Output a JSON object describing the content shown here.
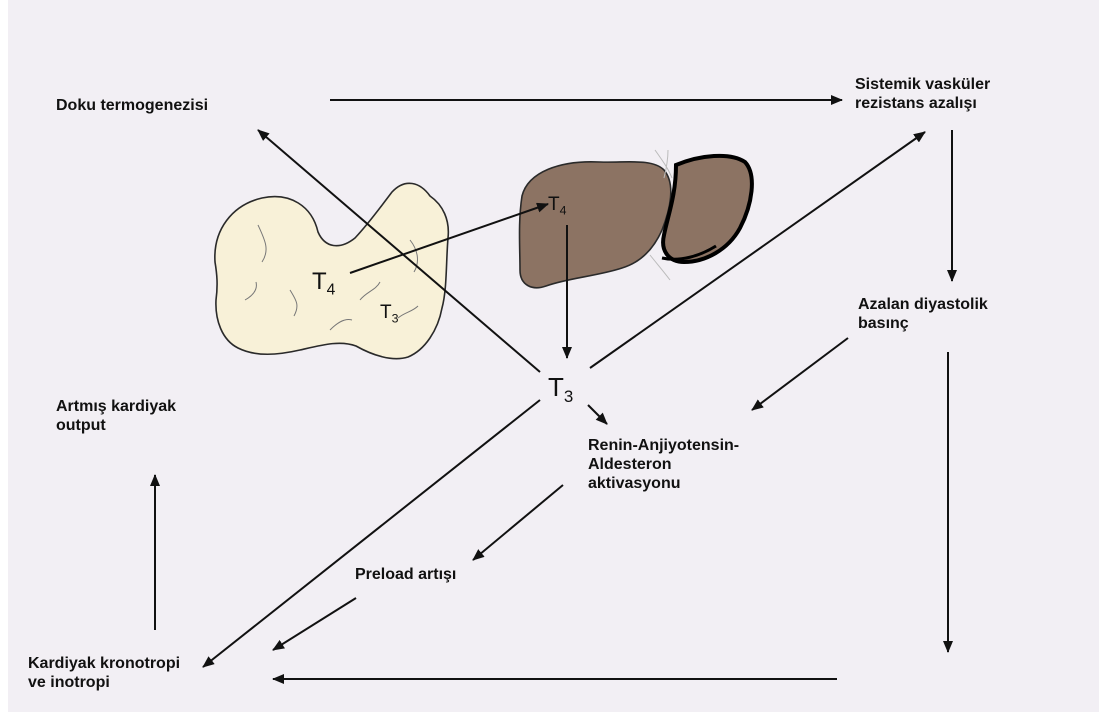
{
  "labels": {
    "doku_termogenezisi": "Doku termogenezisi",
    "sistemik_vaskuler": "Sistemik vasküler\nrezistans azalışı",
    "azalan_diyastolik": "Azalan diyastolik\nbasınç",
    "renin": "Renin-Anjiyotensin-\nAldesteron\naktivasyonu",
    "preload": "Preload artışı",
    "artmis_kardiyak": "Artmış kardiyak\noutput",
    "kardiyak_kronotropi": "Kardiyak kronotropi\nve inotropi"
  },
  "hormones": {
    "thyroid_t4": {
      "base": "T",
      "sub": "4"
    },
    "thyroid_t3": {
      "base": "T",
      "sub": "3"
    },
    "liver_t4": {
      "base": "T",
      "sub": "4"
    },
    "center_t3": {
      "base": "T",
      "sub": "3"
    }
  },
  "organs": {
    "thyroid": "thyroid-gland",
    "liver": "liver"
  },
  "colors": {
    "background": "#f2eff4",
    "thyroid_fill": "#f8f1d8",
    "liver_fill": "#8c7363",
    "text": "#111111"
  }
}
